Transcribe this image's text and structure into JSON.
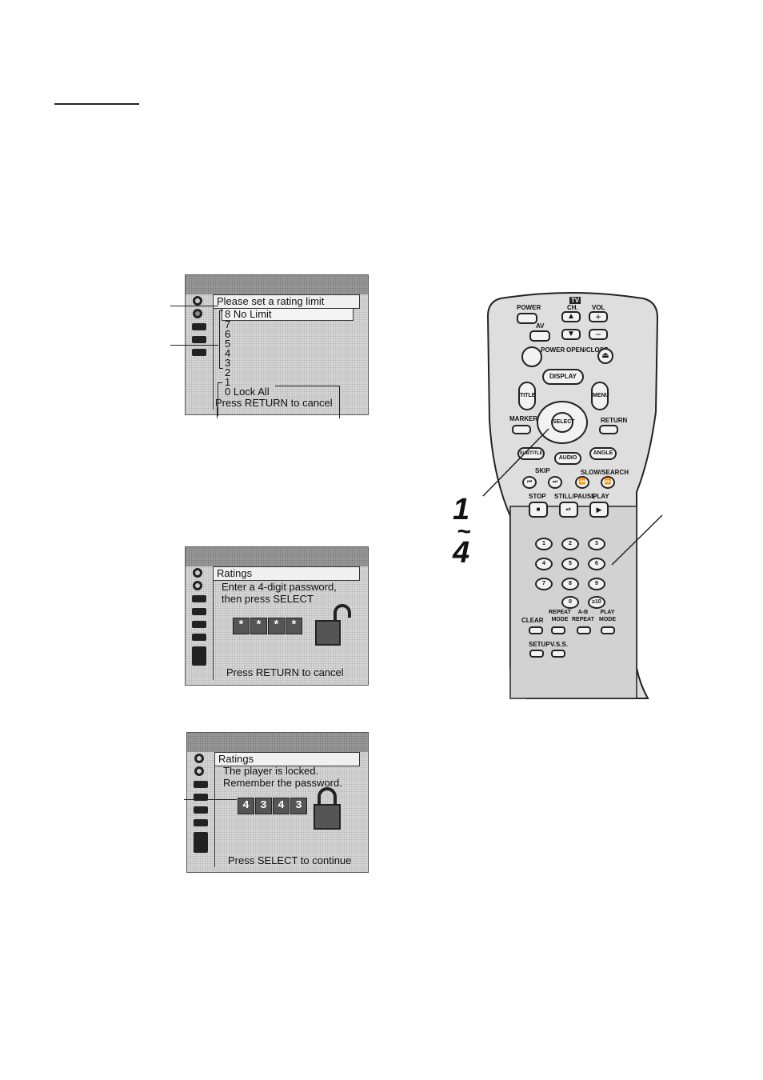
{
  "screen1": {
    "title": "Please set a rating limit",
    "items": [
      "8 No Limit",
      "7",
      "6",
      "5",
      "4",
      "3",
      "2",
      "1",
      "0 Lock All"
    ],
    "footer": "Press RETURN to cancel"
  },
  "screen2": {
    "title": "Ratings",
    "line1": "Enter a 4-digit password,",
    "line2": "then press SELECT",
    "pw": [
      "*",
      "*",
      "*",
      "*"
    ],
    "footer": "Press RETURN to cancel"
  },
  "screen3": {
    "title": "Ratings",
    "line1": "The player is locked.",
    "line2": "Remember the password.",
    "pw": [
      "4",
      "3",
      "4",
      "3"
    ],
    "footer": "Press SELECT to continue"
  },
  "remote": {
    "tv": "TV",
    "power": "POWER",
    "ch": "CH.",
    "vol": "VOL",
    "av": "AV",
    "power2": "POWER",
    "open_close": "OPEN/CLOSE",
    "display": "DISPLAY",
    "title": "TITLE",
    "menu": "MENU",
    "marker": "MARKER",
    "select": "SELECT",
    "return": "RETURN",
    "subtitle": "SUBTITLE",
    "audio": "AUDIO",
    "angle": "ANGLE",
    "skip": "SKIP",
    "slow_search": "SLOW/SEARCH",
    "stop": "STOP",
    "still_pause": "STILL/PAUSE",
    "play": "PLAY",
    "nums": [
      "1",
      "2",
      "3",
      "4",
      "5",
      "6",
      "7",
      "8",
      "9",
      "0",
      "≥10"
    ],
    "clear": "CLEAR",
    "repeat_mode_1": "REPEAT",
    "repeat_mode_2": "MODE",
    "ab_repeat_1": "A-B",
    "ab_repeat_2": "REPEAT",
    "play_mode_1": "PLAY",
    "play_mode_2": "MODE",
    "setup": "SETUP",
    "vss": "V.S.S."
  },
  "steps": {
    "from": "1",
    "tilde": "~",
    "to": "4"
  }
}
